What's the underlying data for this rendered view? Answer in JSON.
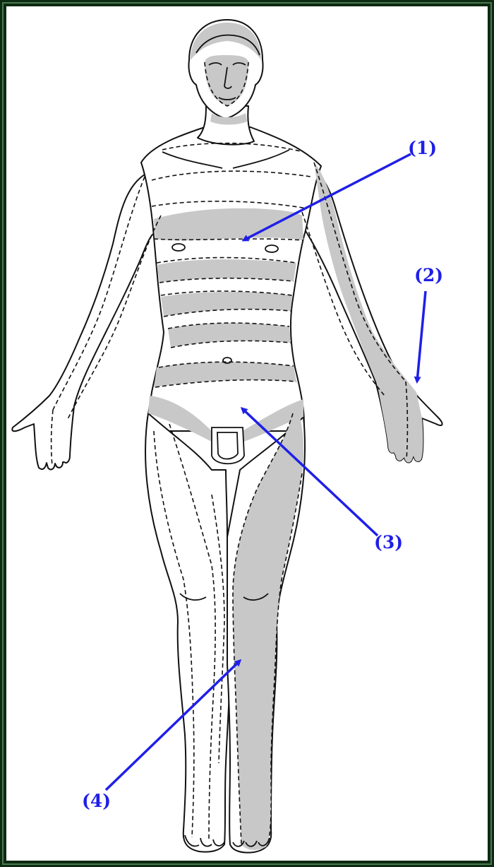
{
  "colors": {
    "frame_dark": "#0d2a12",
    "frame_light": "#4a7a4f",
    "paper": "#ffffff",
    "outline": "#111111",
    "shade": "#c8c8c8",
    "callout": "#1f1fe8"
  },
  "labels": {
    "one": "(1)",
    "two": "(2)",
    "three": "(3)",
    "four": "(4)"
  }
}
